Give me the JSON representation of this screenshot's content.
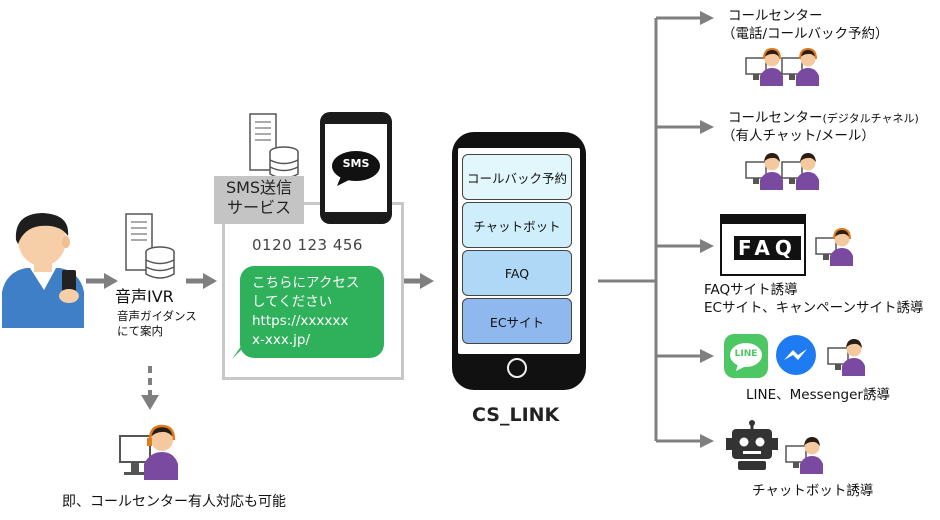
{
  "left": {
    "ivr_title": "音声IVR",
    "ivr_desc_line1": "音声ガイダンス",
    "ivr_desc_line2": "にて案内",
    "bottom_note": "即、コールセンター有人対応も可能"
  },
  "sms": {
    "service_line1": "SMS送信",
    "service_line2": "サービス",
    "phone_icon_label": "SMS",
    "sender_number": "0120 123 456",
    "message_lines": [
      "こちらにアクセス",
      "してください",
      "https://xxxxxx",
      "x-xxx.jp/"
    ]
  },
  "cs_link": {
    "name": "CS_LINK",
    "menu": [
      {
        "label": "コールバック予約",
        "color": "#e2f7fb"
      },
      {
        "label": "チャットボット",
        "color": "#cfeefc"
      },
      {
        "label": "FAQ",
        "color": "#aed8f5"
      },
      {
        "label": "ECサイト",
        "color": "#8fb8ee"
      }
    ]
  },
  "destinations": {
    "callcenter_phone_line1": "コールセンター",
    "callcenter_phone_line2": "（電話/コールバック予約）",
    "callcenter_digital_line1": "コールセンター",
    "callcenter_digital_small": "(デジタルチャネル)",
    "callcenter_digital_line2": "（有人チャット/メール）",
    "faq_icon_text": "FAQ",
    "faq_line1": "FAQサイト誘導",
    "faq_line2": "ECサイト、キャンペーンサイト誘導",
    "line_icon_text": "LINE",
    "sns_label": "LINE、Messenger誘導",
    "chatbot_label": "チャットボット誘導"
  },
  "colors": {
    "arrow": "#7f7f7f",
    "sms_green": "#2fb05a",
    "line_green": "#4cc764",
    "messenger_blue": "#1f7bf2",
    "user_blue": "#3f7fc8",
    "agent_purple": "#7a4aa0",
    "agent_headset": "#e07b20"
  }
}
